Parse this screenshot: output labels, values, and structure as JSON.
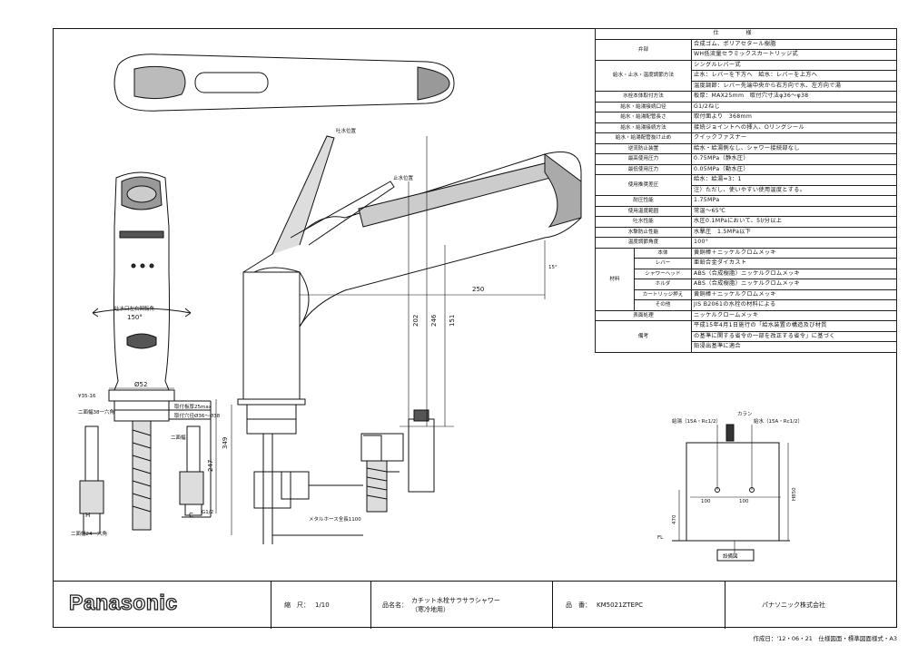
{
  "spec": {
    "header": "仕様",
    "rows": [
      {
        "label": "弁部",
        "sub": "",
        "values": [
          "合成ゴム、ポリアセタール樹脂",
          "WH低流量セラミックスカートリッジ式"
        ]
      },
      {
        "label": "給水・止水・温度調節方法",
        "sub": "",
        "values": [
          "シングルレバー式",
          "止水：レバーを下方へ　給水：レバーを上方へ",
          "温度調節：レバー先端中央から右方向で水、左方向で湯"
        ]
      },
      {
        "label": "水栓本体取付方法",
        "sub": "",
        "values": [
          "板厚：MAX25mm　取付穴寸法φ36〜φ38"
        ]
      },
      {
        "label": "給水・給湯接続口径",
        "sub": "",
        "values": [
          "G1/2ねじ"
        ]
      },
      {
        "label": "給水・給湯配管長さ",
        "sub": "",
        "values": [
          "取付面より　368mm"
        ]
      },
      {
        "label": "給水・給湯接続方法",
        "sub": "",
        "values": [
          "接続ジョイントへの挿入、Oリングシール"
        ]
      },
      {
        "label": "給水・給湯配管抜け止め",
        "sub": "",
        "values": [
          "クイックファスナー"
        ]
      },
      {
        "label": "逆流防止装置",
        "sub": "",
        "values": [
          "給水・給湯側なし、シャワー接続部なし"
        ]
      },
      {
        "label": "最高使用圧力",
        "sub": "",
        "values": [
          "0.75MPa（静水圧）"
        ]
      },
      {
        "label": "最低使用圧力",
        "sub": "",
        "values": [
          "0.05MPa（動水圧）"
        ]
      },
      {
        "label": "使用推奨差圧",
        "sub": "",
        "values": [
          "給水：給湯=3：1",
          "注）ただし、使いやすい使用温度とする。"
        ]
      },
      {
        "label": "耐圧性能",
        "sub": "",
        "values": [
          "1.75MPa"
        ]
      },
      {
        "label": "使用温度範囲",
        "sub": "",
        "values": [
          "常温〜65℃"
        ]
      },
      {
        "label": "吐水性能",
        "sub": "",
        "values": [
          "水圧0.1MPaにおいて、5l/分以上"
        ]
      },
      {
        "label": "水撃防止性能",
        "sub": "",
        "values": [
          "水撃圧　1.5MPa以下"
        ]
      },
      {
        "label": "温度調節角度",
        "sub": "",
        "values": [
          "100°"
        ]
      }
    ],
    "material_label": "材料",
    "materials": [
      {
        "sub": "本体",
        "value": "黄銅棒＋ニッケルクロムメッキ"
      },
      {
        "sub": "レバー",
        "value": "亜鉛合金ダイカスト"
      },
      {
        "sub": "シャワーヘッド",
        "value": "ABS（合成樹脂）ニッケルクロムメッキ"
      },
      {
        "sub": "ホルダ",
        "value": "ABS（合成樹脂）ニッケルクロムメッキ"
      },
      {
        "sub": "カートリッジ押え",
        "value": "黄銅棒＋ニッケルクロムメッキ"
      },
      {
        "sub": "その他",
        "value": "JIS B2061の水栓の材料による"
      }
    ],
    "surface": {
      "label": "表面処理",
      "value": "ニッケルクロームメッキ"
    },
    "remarks": {
      "label": "備考",
      "values": [
        "平成15年4月1日施行の「給水装置の構造及び材質",
        "の基準に関する省令の一部を改正する省令」に基づく",
        "鉛浸出基準に適合"
      ]
    }
  },
  "drawing": {
    "labels": {
      "spout_pos": "吐水位置",
      "stop_pos": "止水位置",
      "rotate": "吐水口左右回転角",
      "angle150": "150°",
      "d52": "Ø52",
      "d35": "¥35-16",
      "hex38": "二面幅38一六角",
      "plate": "取付板厚25max",
      "hole": "取付穴径Ø36〜Ø38",
      "hex24": "二面幅24一六角",
      "hexb": "二面幅",
      "g12": "G1/2",
      "hose": "メタルホース全長1100",
      "H": "H",
      "C": "C",
      "d250": "250",
      "d202": "202",
      "d246": "246",
      "d151": "151",
      "d349": "349",
      "d247": "247",
      "ang15": "15°"
    },
    "install": {
      "left_label": "給湯（15A・Rc1/2）",
      "right_label": "給水（15A・Rc1/2）",
      "top_label": "カラン",
      "d100a": "100",
      "d100b": "100",
      "h850": "H850",
      "d470": "470",
      "fl": "FL",
      "caption": "設備図"
    }
  },
  "title_block": {
    "logo": "Panasonic",
    "scale_label": "縮　尺：",
    "scale_value": "1/10",
    "name_label": "品名名：",
    "name_value": "カチット水栓サラサラシャワー",
    "name_sub": "（寒冷地用）",
    "model_label": "品　番：",
    "model_value": "KM5021ZTEPC",
    "company": "パナソニック株式会社"
  },
  "footer": "作成日：'12・06・21　仕様図面・標準図面様式・A3"
}
